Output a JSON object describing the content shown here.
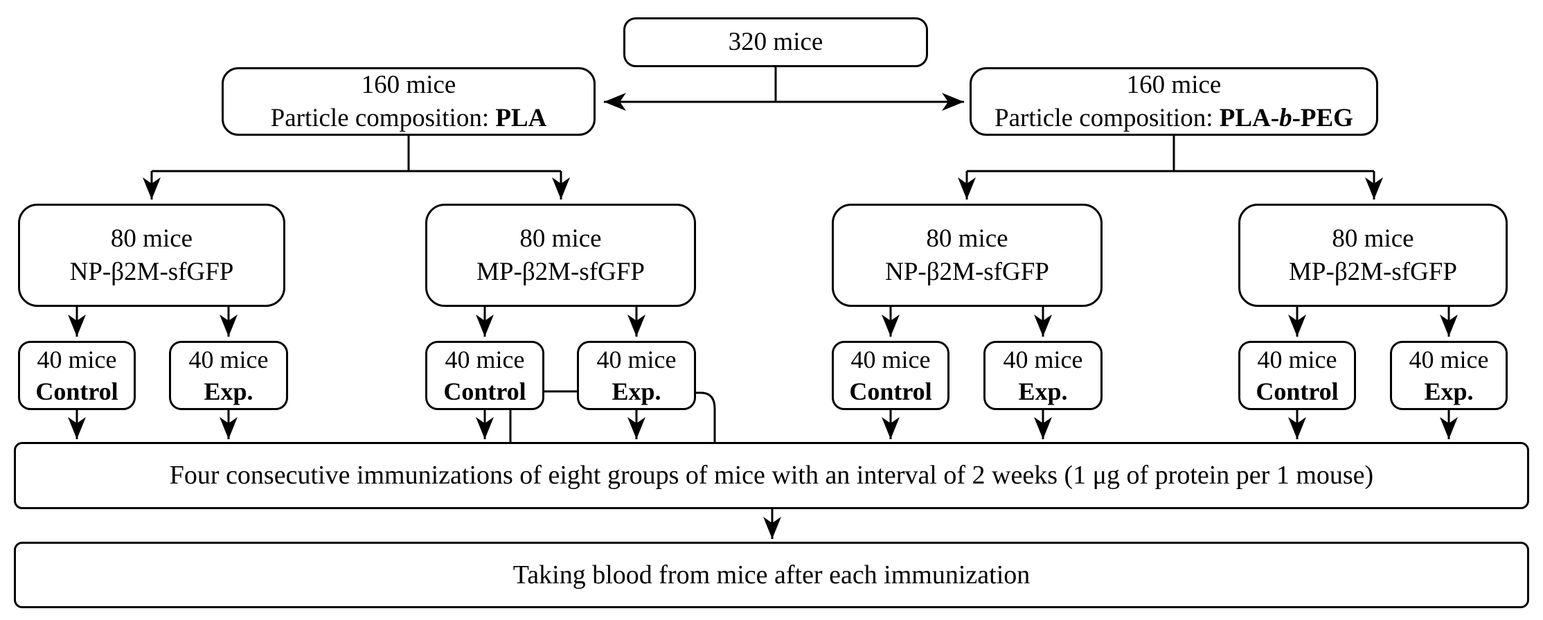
{
  "flowchart": {
    "root": {
      "count": "320 mice"
    },
    "level2": {
      "left": {
        "count": "160 mice",
        "prefix": "Particle composition: ",
        "material": "PLA"
      },
      "right": {
        "count": "160 mice",
        "prefix": "Particle composition: ",
        "material_part1": "PLA-",
        "material_italic": "b",
        "material_part2": "-PEG"
      }
    },
    "level3": [
      {
        "count": "80 mice",
        "name": "NP-β2M-sfGFP"
      },
      {
        "count": "80 mice",
        "name": "MP-β2M-sfGFP"
      },
      {
        "count": "80 mice",
        "name": "NP-β2M-sfGFP"
      },
      {
        "count": "80 mice",
        "name": "MP-β2M-sfGFP"
      }
    ],
    "level4": [
      {
        "count": "40 mice",
        "group": "Control"
      },
      {
        "count": "40 mice",
        "group": "Exp."
      },
      {
        "count": "40 mice",
        "group": "Control"
      },
      {
        "count": "40 mice",
        "group": "Exp."
      },
      {
        "count": "40 mice",
        "group": "Control"
      },
      {
        "count": "40 mice",
        "group": "Exp."
      },
      {
        "count": "40 mice",
        "group": "Control"
      },
      {
        "count": "40 mice",
        "group": "Exp."
      }
    ],
    "process": {
      "immunization": "Four consecutive immunizations of eight groups of mice with an interval of 2 weeks (1 μg of protein per 1 mouse)",
      "blood_sampling": "Taking blood from mice after each immunization"
    },
    "colors": {
      "stroke": "#000000",
      "background": "#ffffff"
    }
  }
}
